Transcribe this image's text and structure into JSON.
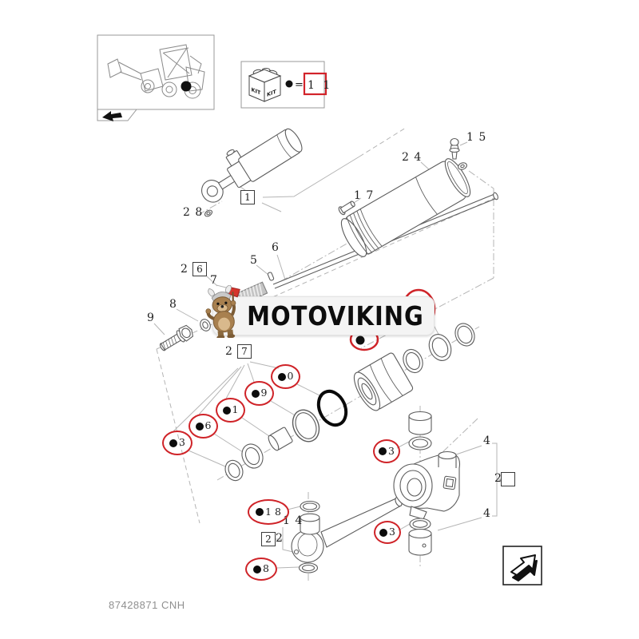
{
  "product_figure": {
    "watermark_text": "MOTOVIKING",
    "footer_code": "87428871 CNH"
  },
  "kit_legend": {
    "kit_label_left": "KIT",
    "kit_label_right": "KIT",
    "equals_sign": "=",
    "kit_part_number": "1 1"
  },
  "part_labels": {
    "grease_fitting_15": "1 5",
    "cylinder_tube_24": "2 4",
    "screw_17": "1 7",
    "assembly_1_boxed": "1",
    "oring_28": "2 8",
    "label_26_prefix": "2",
    "label_26_boxed_digit": "6",
    "pin_5": "5",
    "rod_6": "6",
    "spring_7": "7",
    "ring_8": "8",
    "bolt_9": "9",
    "label_27_prefix": "2",
    "label_27_boxed_digit": "7",
    "bushing_upper_4": "4",
    "swivel_2_boxed": "2",
    "bushing_lower_4": "4",
    "link_bushing_14": "1 4",
    "label_22_boxed_digit": "2",
    "label_22_suffix": "2"
  },
  "kit_callouts": {
    "c10": "0",
    "c19": "9",
    "c21": "1",
    "c16": "6",
    "c13": "3",
    "c23_upper": "3",
    "c18": "1 8",
    "c23_lower": "3",
    "c8": "8"
  },
  "colors": {
    "callout_red": "#cf2328",
    "kit_box_red": "#d2232a",
    "line_gray": "#5c5c5c"
  }
}
